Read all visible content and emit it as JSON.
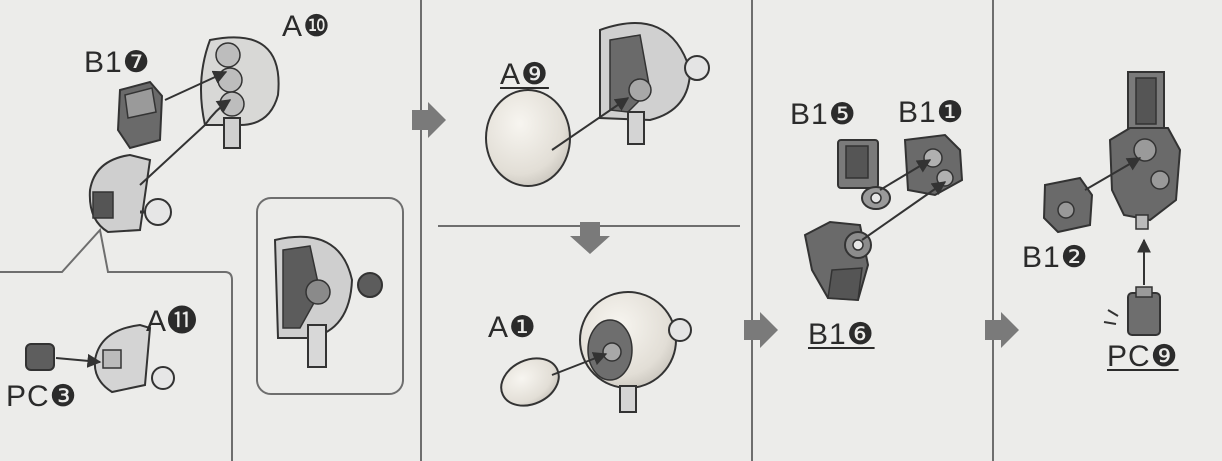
{
  "labels": {
    "b1_7": "B1❼",
    "a_10": "A❿",
    "a_11": "A⓫",
    "pc_3": "PC❸",
    "a_9": "A❾",
    "a_1": "A❶",
    "b1_5": "B1❺",
    "b1_1": "B1❶",
    "b1_6": "B1❻",
    "b1_2": "B1❷",
    "pc_9": "PC❾"
  },
  "colors": {
    "paper": "#ececea",
    "part_grey": "#8a8a8a",
    "part_dark": "#5a5a5a",
    "part_light": "#d9d9d9",
    "sphere": "#e9e6df",
    "outline": "#3a3a3a",
    "arrow_step": "#777777"
  }
}
